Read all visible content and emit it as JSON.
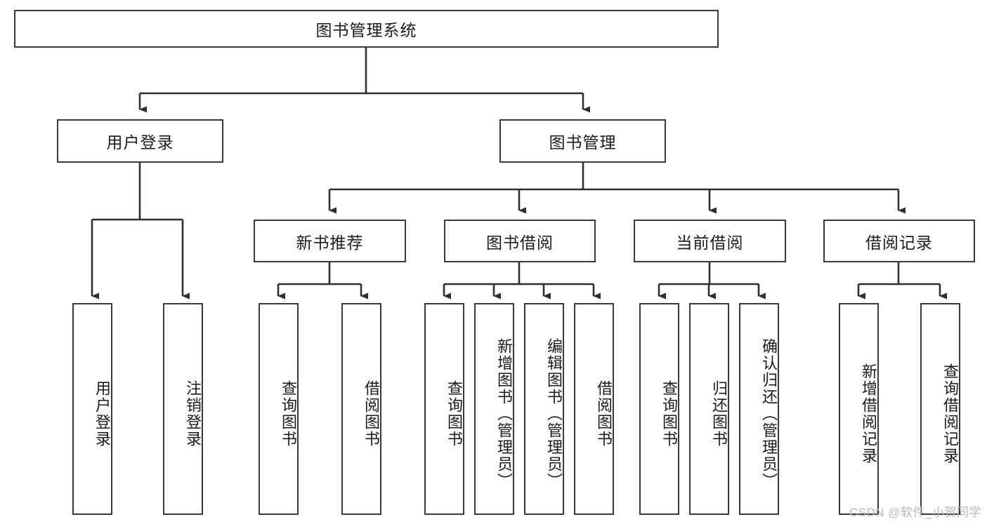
{
  "diagram": {
    "title": "图书管理系统",
    "watermark": "CSDN @软件_小贺同学",
    "colors": {
      "box_border": "#3a3a3a",
      "box_fill": "#ffffff",
      "line": "#2f2f2f",
      "text": "#1b1b1b",
      "watermark": "#b9b9b9",
      "background": "#ffffff"
    },
    "root": {
      "label": "图书管理系统"
    },
    "level1": [
      {
        "label": "用户登录"
      },
      {
        "label": "图书管理"
      }
    ],
    "level2": [
      {
        "label": "新书推荐"
      },
      {
        "label": "图书借阅"
      },
      {
        "label": "当前借阅"
      },
      {
        "label": "借阅记录"
      }
    ],
    "leaves": {
      "user_login": [
        {
          "label": "用户登录"
        },
        {
          "label": "注销登录"
        }
      ],
      "new_book_recommend": [
        {
          "label": "查询图书"
        },
        {
          "label": "借阅图书"
        }
      ],
      "book_borrow": [
        {
          "label": "查询图书"
        },
        {
          "label": "新增图书（管理员）"
        },
        {
          "label": "编辑图书（管理员）"
        },
        {
          "label": "借阅图书"
        }
      ],
      "current_borrow": [
        {
          "label": "查询图书"
        },
        {
          "label": "归还图书"
        },
        {
          "label": "确认归还（管理员）"
        }
      ],
      "borrow_record": [
        {
          "label": "新增借阅记录"
        },
        {
          "label": "查询借阅记录"
        }
      ]
    }
  }
}
